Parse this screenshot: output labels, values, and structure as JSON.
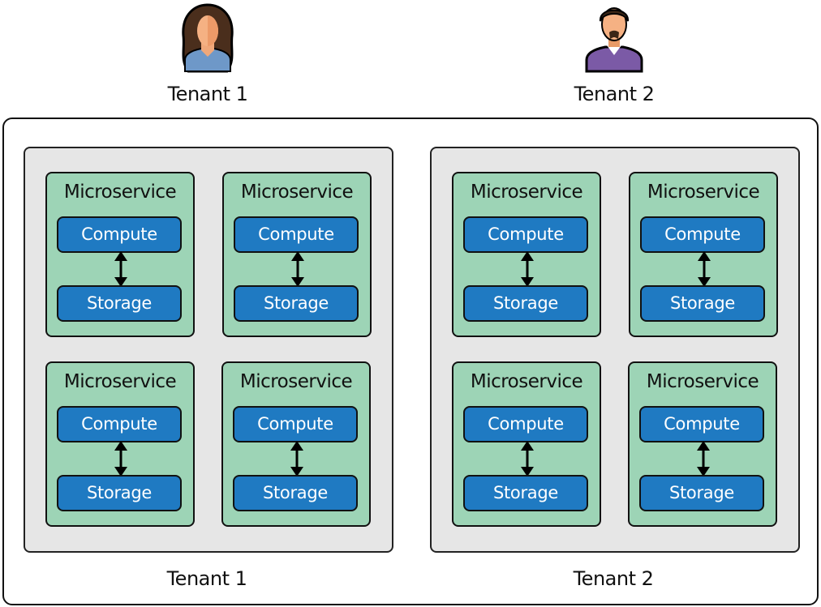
{
  "users": [
    {
      "label": "Tenant 1",
      "icon": "woman-avatar-icon"
    },
    {
      "label": "Tenant 2",
      "icon": "man-avatar-icon"
    }
  ],
  "tenants": [
    {
      "label": "Tenant 1",
      "microservices": [
        {
          "title": "Microservice",
          "compute": "Compute",
          "storage": "Storage"
        },
        {
          "title": "Microservice",
          "compute": "Compute",
          "storage": "Storage"
        },
        {
          "title": "Microservice",
          "compute": "Compute",
          "storage": "Storage"
        },
        {
          "title": "Microservice",
          "compute": "Compute",
          "storage": "Storage"
        }
      ]
    },
    {
      "label": "Tenant 2",
      "microservices": [
        {
          "title": "Microservice",
          "compute": "Compute",
          "storage": "Storage"
        },
        {
          "title": "Microservice",
          "compute": "Compute",
          "storage": "Storage"
        },
        {
          "title": "Microservice",
          "compute": "Compute",
          "storage": "Storage"
        },
        {
          "title": "Microservice",
          "compute": "Compute",
          "storage": "Storage"
        }
      ]
    }
  ],
  "colors": {
    "panel": "#e6e6e6",
    "microservice": "#9dd4b6",
    "component": "#1f7ac2"
  }
}
